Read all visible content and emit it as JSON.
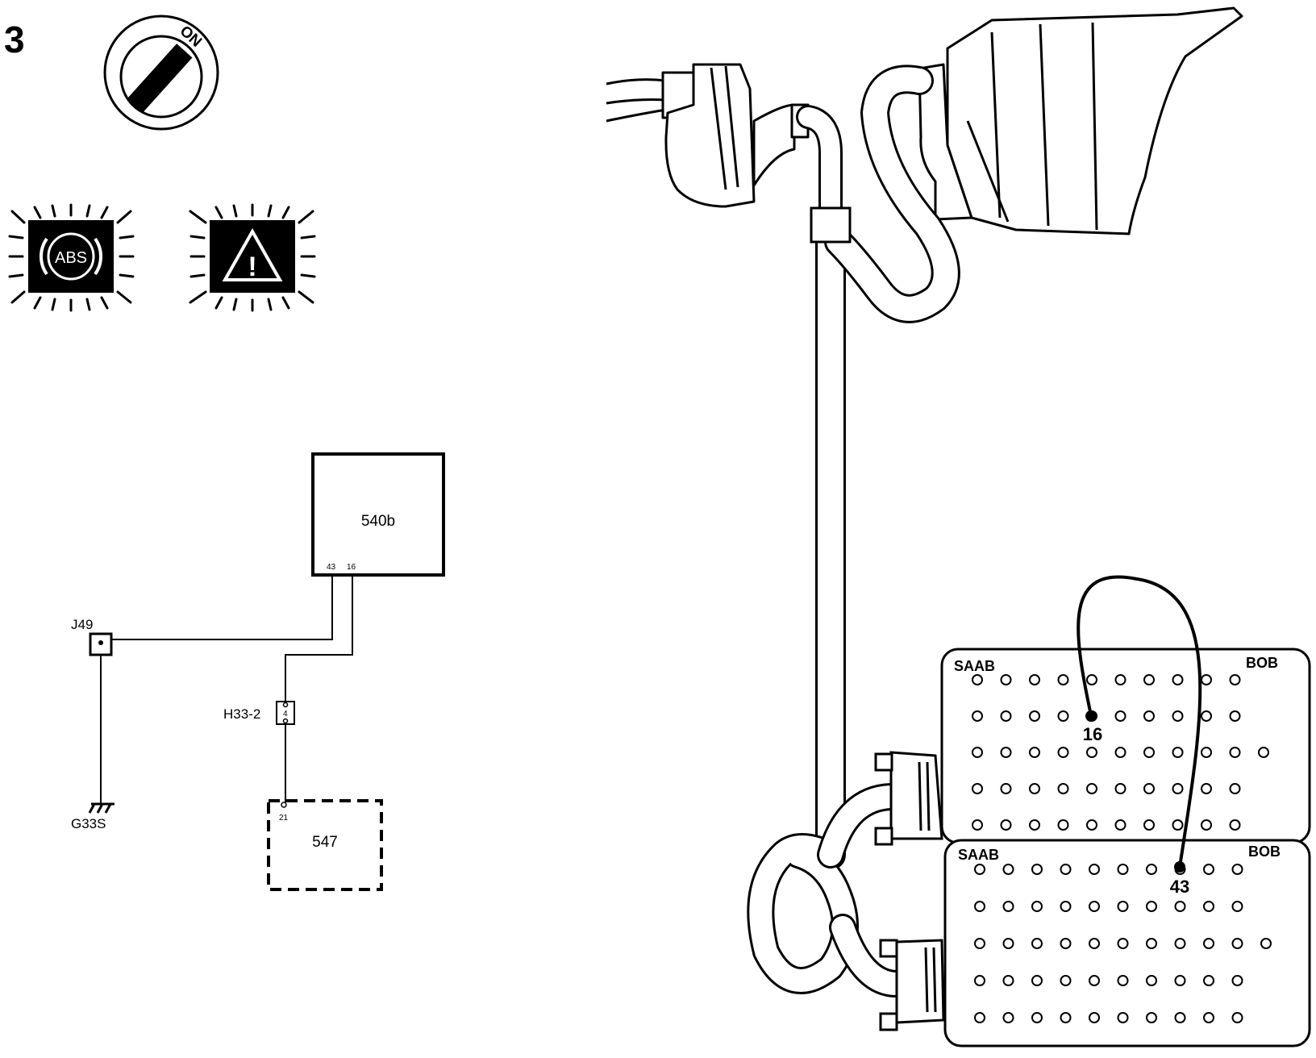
{
  "step": {
    "number": "3"
  },
  "ignition": {
    "position_label": "ON"
  },
  "warning_lamps": {
    "abs_label": "ABS",
    "warning_symbol": "!"
  },
  "schematic": {
    "ecu_label": "540b",
    "ecu_pin_a": "43",
    "ecu_pin_b": "16",
    "junction_label": "J49",
    "connector_label": "H33-2",
    "connector_pin": "4",
    "ground_label": "G33S",
    "module_label": "547",
    "module_pin": "21"
  },
  "breakout_box": {
    "upper": {
      "brand": "SAAB",
      "model": "BOB",
      "pin_label": "16"
    },
    "lower": {
      "brand": "SAAB",
      "model": "BOB",
      "pin_label": "43"
    }
  },
  "colors": {
    "ink": "#000000",
    "paper": "#ffffff"
  }
}
